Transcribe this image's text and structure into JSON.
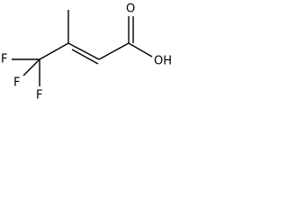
{
  "molecule": {
    "atoms": {
      "oxygen_double": "O",
      "hydroxyl": "OH",
      "fluorine_left": "F",
      "fluorine_bottom_left": "F",
      "fluorine_bottom": "F"
    }
  }
}
